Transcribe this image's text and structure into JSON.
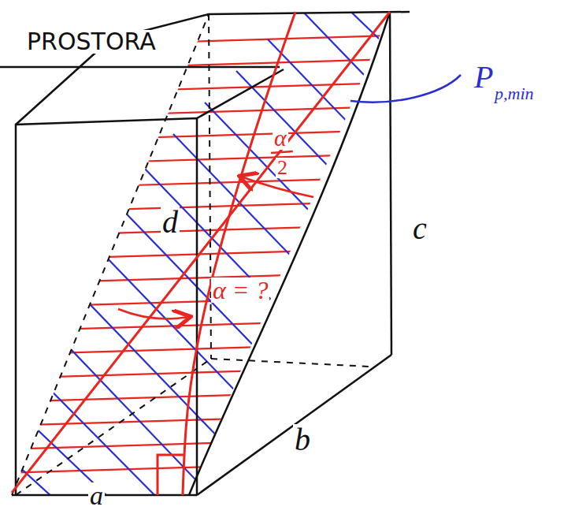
{
  "diagram": {
    "title": "PROSTORA",
    "labels": [
      "P",
      "p,min",
      "α",
      "2",
      "α = ?",
      "d",
      "c",
      "b",
      "a"
    ]
  }
}
